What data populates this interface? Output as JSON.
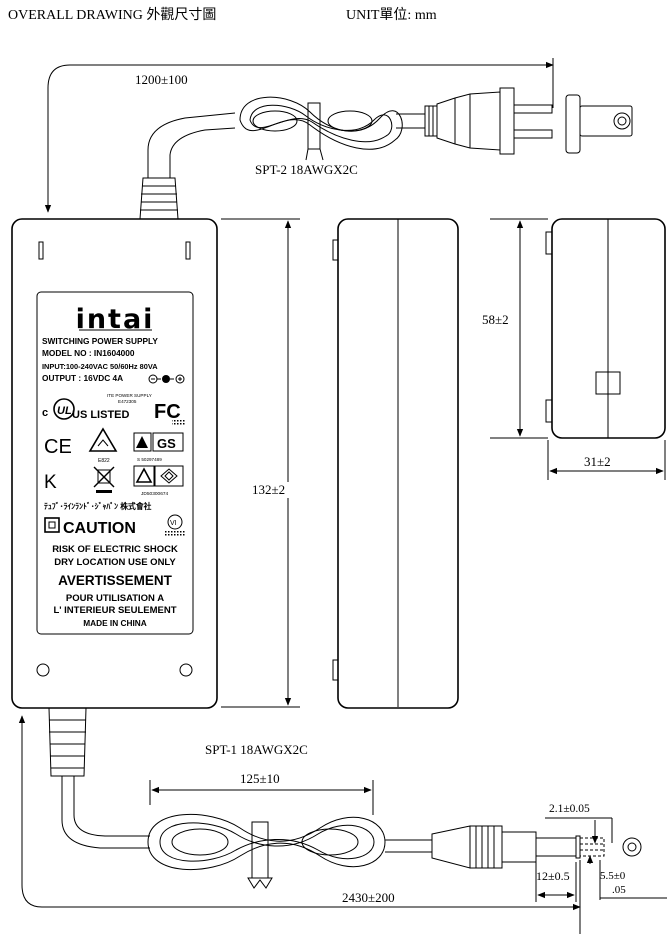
{
  "header": {
    "title": "OVERALL DRAWING 外觀尺寸圖",
    "unit": "UNIT單位: mm"
  },
  "dimensions": {
    "top_cable_length": "1200±100",
    "top_cable_type": "SPT-2 18AWGX2C",
    "body_length": "132±2",
    "side_height": "58±2",
    "side_width": "31±2",
    "bottom_cable_type": "SPT-1 18AWGX2C",
    "coil_length": "125±10",
    "bottom_cable_length": "2430±200",
    "barrel_length": "12±0.5",
    "inner_diameter": "2.1±0.05",
    "outer_diameter_line1": "5.5±0",
    "outer_diameter_line2": ".05"
  },
  "label": {
    "brand": "intai",
    "line1": "SWITCHING POWER SUPPLY",
    "line2": "MODEL NO : IN1604000",
    "line3": "INPUT:100-240VAC 50/60Hz 80VA",
    "line4": "OUTPUT : 16VDC 4A",
    "ul_caption1": "ITE POWER SUPPLY",
    "ul_caption2": "E472305",
    "ul_listed": "US LISTED",
    "ul_c": "c",
    "fcc": "FC",
    "ce": "CE",
    "rcm_code": "E822",
    "gs_text": "GS",
    "gs_code": "S 50297489",
    "jd_code": "JD50300674",
    "tuv_jp": "ﾃｭﾌﾞ･ﾗｲﾝﾗﾝﾄﾞ･ｼﾞｬﾊﾟﾝ 株式會社",
    "caution": "CAUTION",
    "vi_mark": "VI",
    "risk": "RISK OF ELECTRIC SHOCK",
    "dry": "DRY LOCATION USE ONLY",
    "avert": "AVERTISSEMENT",
    "pour": "POUR UTILISATION A",
    "interieur": "L' INTERIEUR SEULEMENT",
    "made": "MADE IN CHINA"
  }
}
